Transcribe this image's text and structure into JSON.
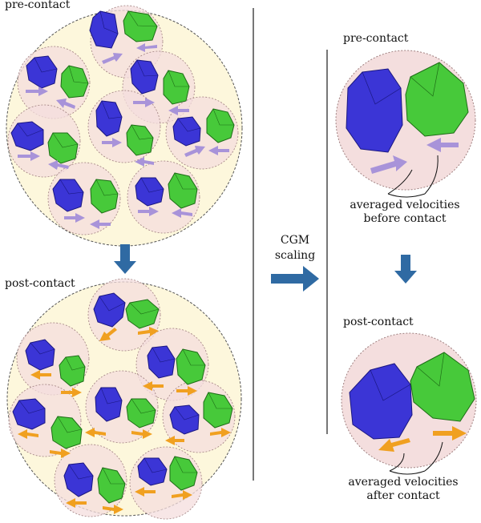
{
  "labels": {
    "left_pre": "pre-contact",
    "left_post": "post-contact",
    "cgm_line1": "CGM",
    "cgm_line2": "scaling",
    "right_pre": "pre-contact",
    "right_post": "post-contact",
    "avg_before_line1": "averaged velocities",
    "avg_before_line2": "before contact",
    "avg_after_line1": "averaged velocities",
    "avg_after_line2": "after contact"
  },
  "colors": {
    "big_circle_fill": "#fdf7dc",
    "pair_circle_fill": "#f4dede",
    "circle_stroke": "#555555",
    "blue_particle": "#3b35d6",
    "green_particle": "#47c93a",
    "pre_arrow": "#a893d9",
    "post_arrow": "#f0a020",
    "flow_arrow": "#2f6aa3",
    "divider": "#777777"
  }
}
